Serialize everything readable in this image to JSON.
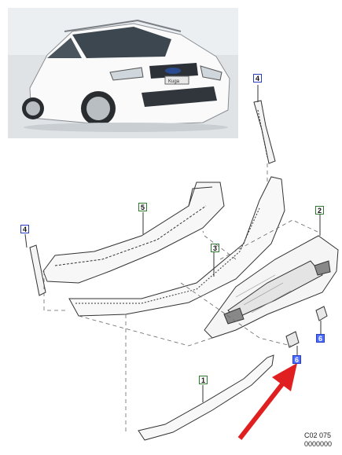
{
  "callouts": [
    {
      "id": "1",
      "color": "green"
    },
    {
      "id": "2",
      "color": "green"
    },
    {
      "id": "3",
      "color": "green"
    },
    {
      "id": "4",
      "color": "blue"
    },
    {
      "id": "4",
      "color": "blue"
    },
    {
      "id": "5",
      "color": "green"
    },
    {
      "id": "6",
      "color": "blue"
    },
    {
      "id": "6",
      "color": "blue"
    }
  ],
  "car_badge": "Kuga",
  "reference": {
    "code": "C02 075",
    "number": "0000000"
  },
  "colors": {
    "arrow": "#e02020",
    "callout_blue": "#4c6cff",
    "line": "#333333"
  }
}
